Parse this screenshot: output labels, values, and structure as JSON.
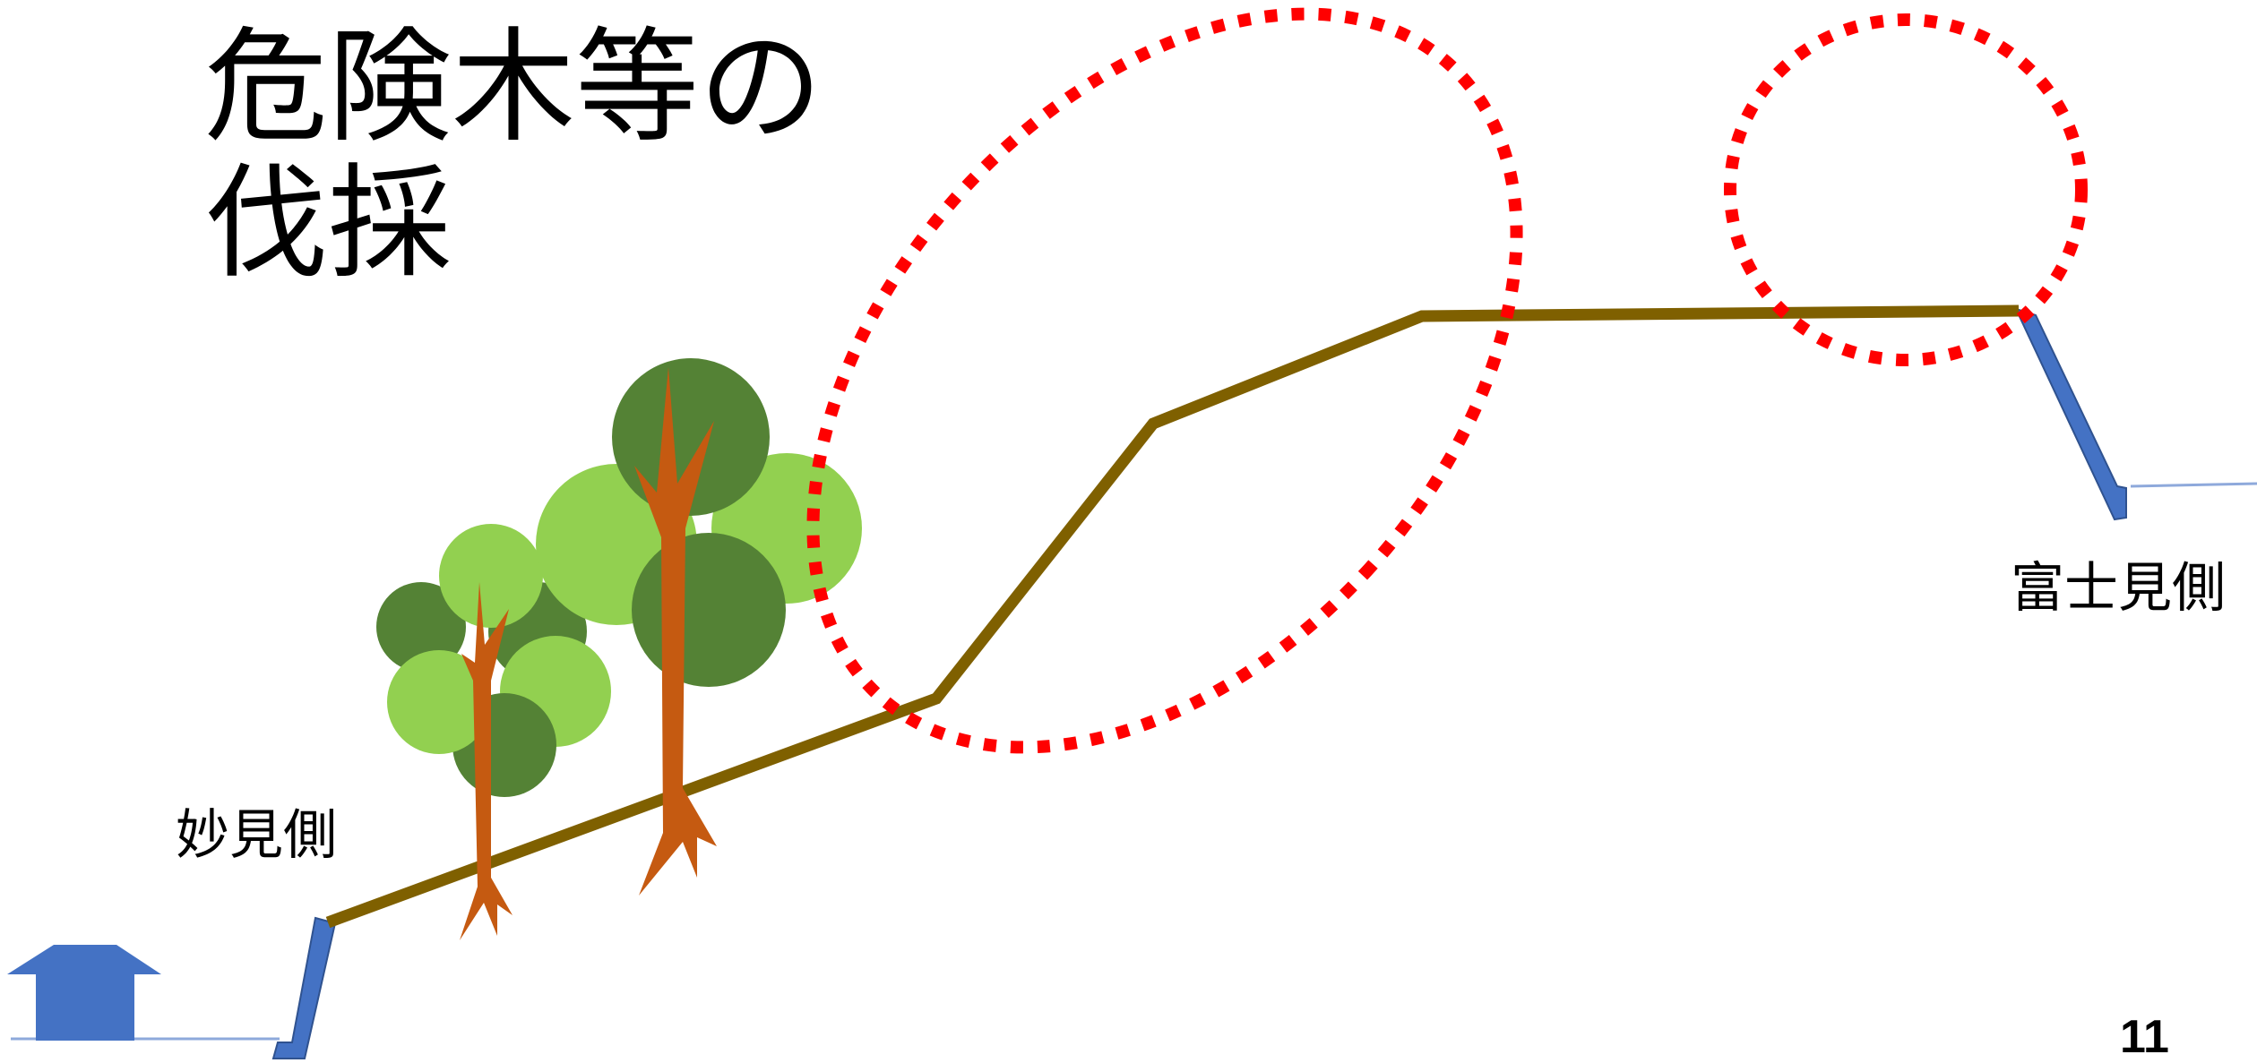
{
  "slide": {
    "title_line1": "危険木等の",
    "title_line2": "伐採",
    "page_number": "11"
  },
  "labels": {
    "left_side": "妙見側",
    "right_side": "富士見側"
  },
  "colors": {
    "ground_line": "#7f6000",
    "wall_blue": "#4472c4",
    "arrow_blue": "#4472c4",
    "water_line": "#8ea9db",
    "target_circle": "#ff0000",
    "tree_dark": "#548235",
    "tree_light": "#92d050",
    "trunk": "#c55a11"
  },
  "icons": {
    "arrow": "up-arrow-icon",
    "tree": "tree-icon",
    "target": "dotted-circle"
  }
}
